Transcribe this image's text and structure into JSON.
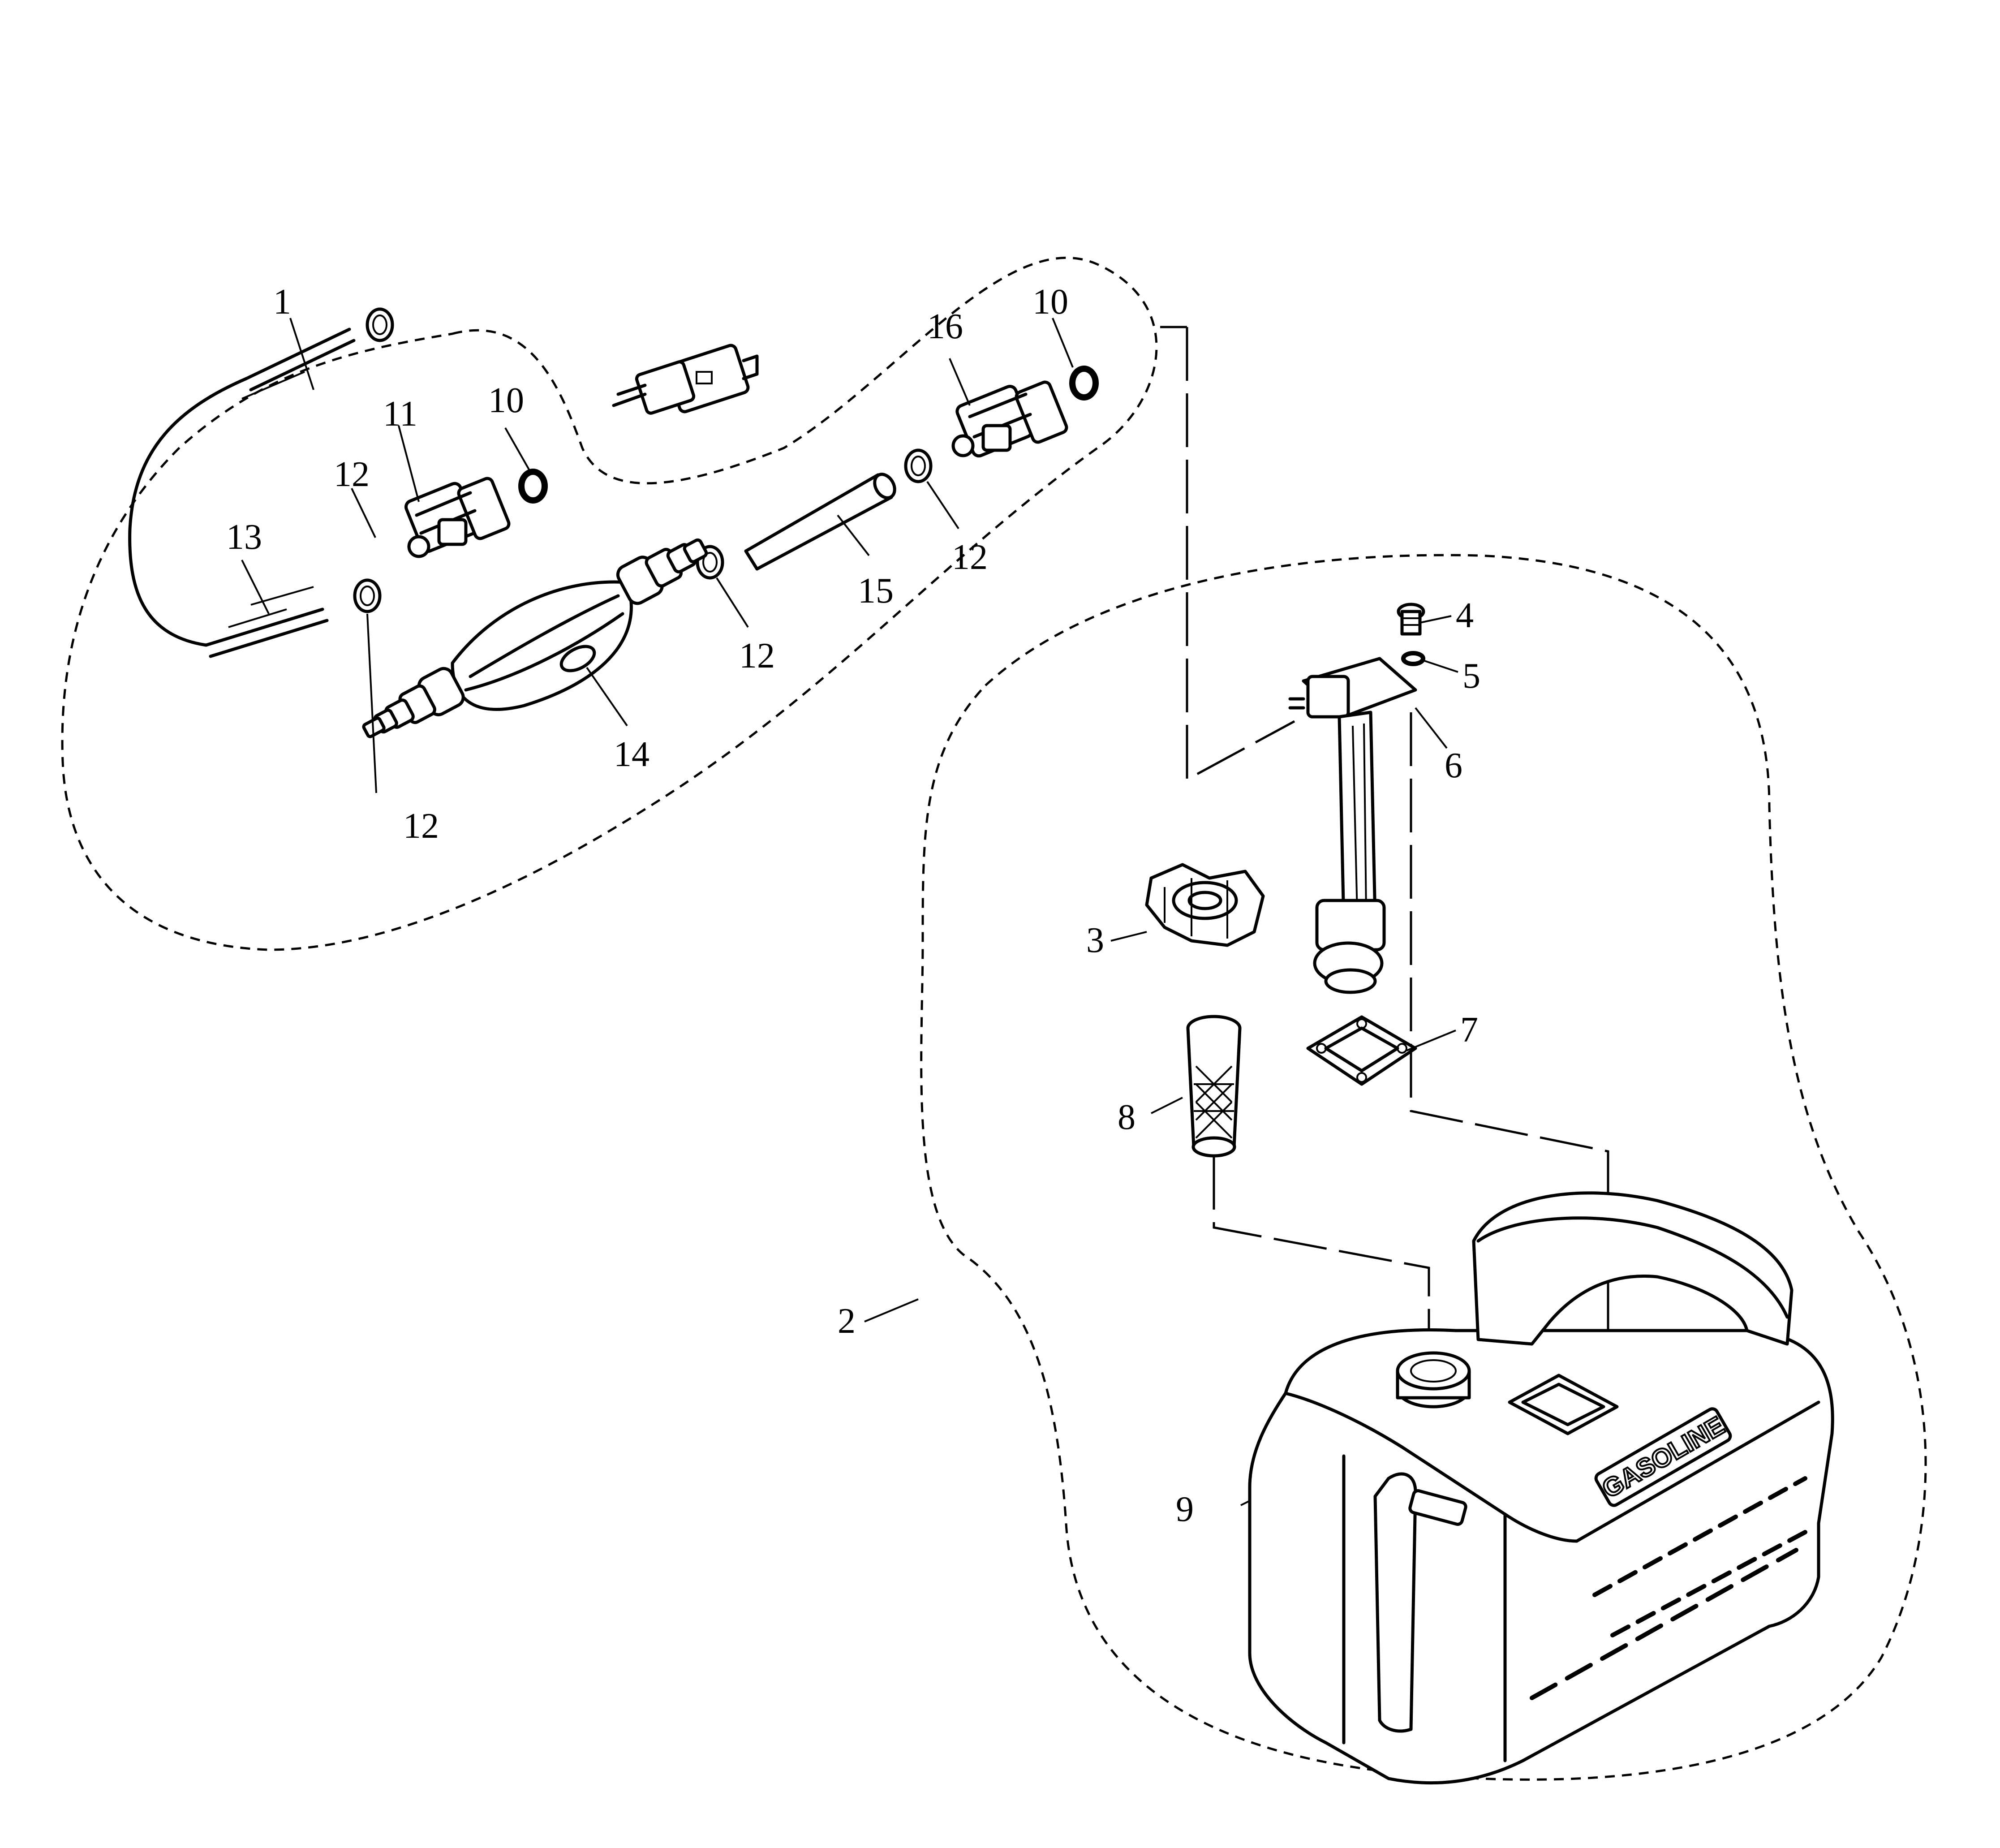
{
  "callouts": {
    "c1": "1",
    "c2": "2",
    "c3": "3",
    "c4": "4",
    "c5": "5",
    "c6": "6",
    "c7": "7",
    "c8": "8",
    "c9": "9",
    "c10a": "10",
    "c10b": "10",
    "c11": "11",
    "c12a": "12",
    "c12b": "12",
    "c12c": "12",
    "c12d": "12",
    "c13": "13",
    "c14": "14",
    "c15": "15",
    "c16": "16"
  },
  "tank": {
    "brand_plate": "GASOLINE"
  }
}
